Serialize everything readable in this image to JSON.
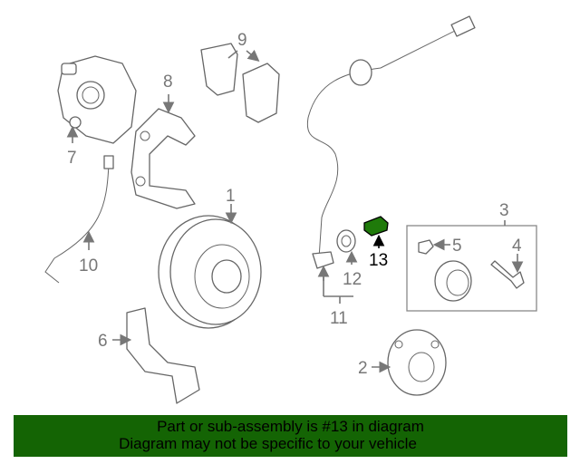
{
  "callouts": {
    "c1": "1",
    "c2": "2",
    "c3": "3",
    "c4": "4",
    "c5": "5",
    "c6": "6",
    "c7": "7",
    "c8": "8",
    "c9": "9",
    "c10": "10",
    "c11": "11",
    "c12": "12",
    "c13": "13"
  },
  "highlight": {
    "part": "13",
    "color": "#1f7a0a"
  },
  "banner": {
    "line1": "Part or sub-assembly is #13 in diagram",
    "line2": "Diagram may not be specific to your vehicle",
    "color": "#146404"
  }
}
